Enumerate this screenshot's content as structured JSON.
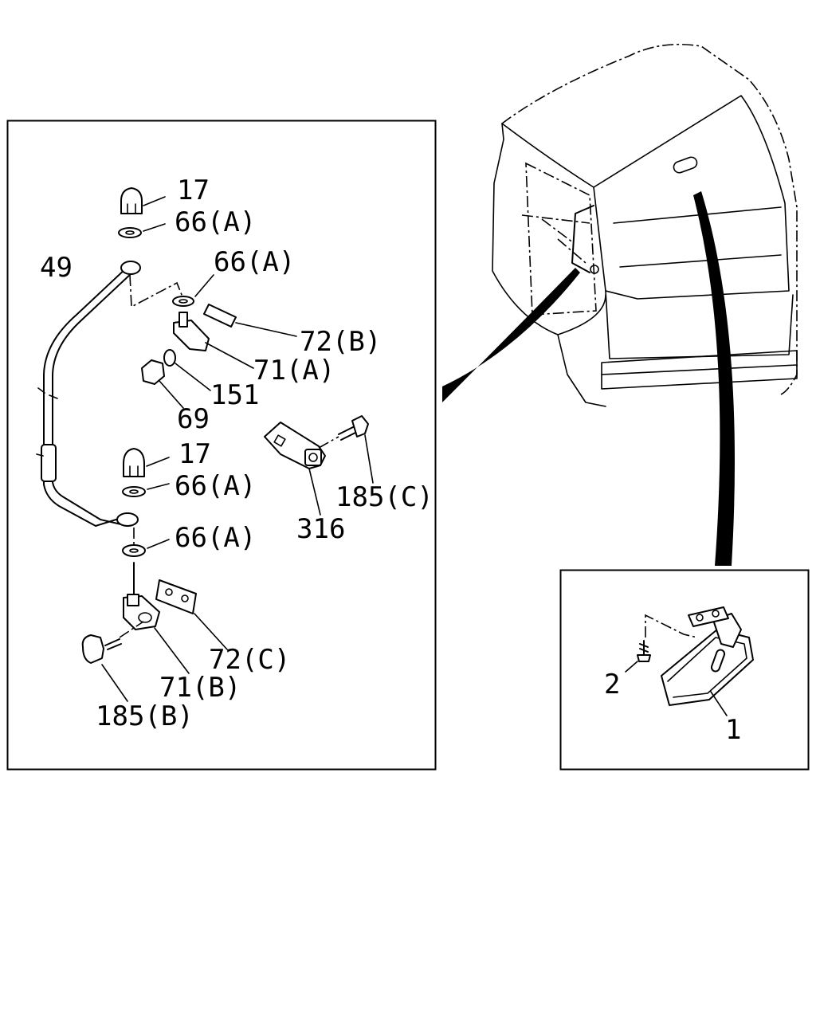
{
  "callouts": {
    "p17_top": "17",
    "p66a_1": "66(A)",
    "p66a_2": "66(A)",
    "p49": "49",
    "p72b": "72(B)",
    "p71a": "71(A)",
    "p151": "151",
    "p69": "69",
    "p17_bottom": "17",
    "p66a_3": "66(A)",
    "p66a_4": "66(A)",
    "p185c": "185(C)",
    "p316": "316",
    "p72c": "72(C)",
    "p71b": "71(B)",
    "p185b": "185(B)",
    "p2": "2",
    "p1": "1"
  },
  "colors": {
    "ink": "#000000",
    "paper": "#ffffff"
  }
}
